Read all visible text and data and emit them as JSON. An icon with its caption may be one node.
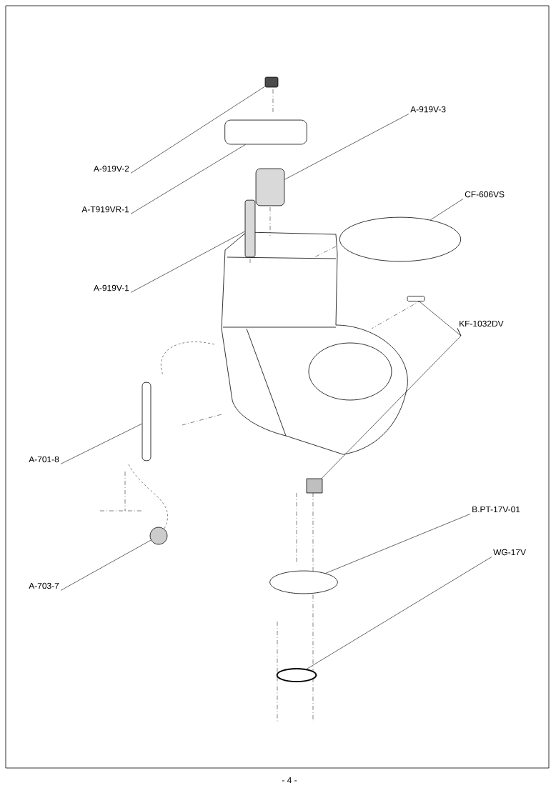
{
  "diagram": {
    "nodes": [
      {
        "text": [
          "A-919V-3"
        ]
      },
      {
        "text": [
          "A-919V-2"
        ]
      },
      {
        "text": [
          "CF-606VS"
        ]
      },
      {
        "text": [
          "A-T919VR-1"
        ]
      },
      {
        "text": [
          "A-919V-1"
        ]
      },
      {
        "text": [
          "KF-1032DV"
        ]
      },
      {
        "text": [
          "A-701-8"
        ]
      },
      {
        "text": [
          "B.PT-17V-01"
        ]
      },
      {
        "text": [
          "WG-17V"
        ]
      },
      {
        "text": [
          "A-703-7"
        ]
      },
      {
        "text": [],
        "shape": "box"
      },
      {
        "text": [],
        "shape": "box"
      },
      {
        "text": [],
        "shape": "box"
      },
      {
        "text": [],
        "shape": "box"
      },
      {
        "text": [],
        "shape": "circle"
      },
      {
        "text": [],
        "shape": "box"
      },
      {
        "text": [],
        "shape": "box"
      },
      {
        "text": [],
        "shape": "circle"
      },
      {
        "text": [],
        "shape": "box"
      },
      {
        "text": [],
        "shape": "circle"
      },
      {
        "text": [],
        "shape": "circle"
      }
    ],
    "edges": [
      {
        "from": 0,
        "to": 12,
        "arrow": "none"
      },
      {
        "from": 1,
        "to": 10,
        "arrow": "none"
      },
      {
        "from": 2,
        "to": 14,
        "arrow": "none"
      },
      {
        "from": 3,
        "to": 11,
        "arrow": "none"
      },
      {
        "from": 4,
        "to": 13,
        "arrow": "none"
      },
      {
        "from": 5,
        "to": 15,
        "arrow": "none"
      },
      {
        "from": 5,
        "to": 18,
        "arrow": "none"
      },
      {
        "from": 6,
        "to": 16,
        "arrow": "none"
      },
      {
        "from": 7,
        "to": 19,
        "arrow": "none"
      },
      {
        "from": 8,
        "to": 20,
        "arrow": "none"
      },
      {
        "from": 9,
        "to": 17,
        "arrow": "none"
      }
    ],
    "labels": [
      "- 4 -"
    ]
  }
}
